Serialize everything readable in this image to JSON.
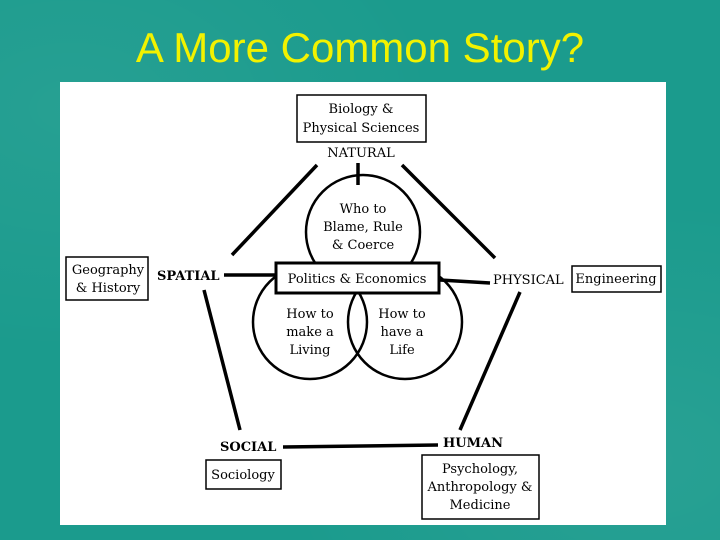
{
  "slide": {
    "title": "A More Common Story?"
  },
  "diagram": {
    "disciplines": {
      "top": [
        "Biology &",
        "Physical Sciences"
      ],
      "left": [
        "Geography",
        "& History"
      ],
      "right": [
        "Engineering"
      ],
      "bottom_left": [
        "Sociology"
      ],
      "bottom_right": [
        "Psychology,",
        "Anthropology &",
        "Medicine"
      ]
    },
    "vertices": {
      "natural": "NATURAL",
      "spatial": "SPATIAL",
      "physical": "PHYSICAL",
      "social": "SOCIAL",
      "human": "HUMAN"
    },
    "center_box": "Politics & Economics",
    "circles": {
      "top": [
        "Who to",
        "Blame, Rule",
        "& Coerce"
      ],
      "left": [
        "How to",
        "make a",
        "Living"
      ],
      "right": [
        "How to",
        "have a",
        "Life"
      ]
    }
  }
}
